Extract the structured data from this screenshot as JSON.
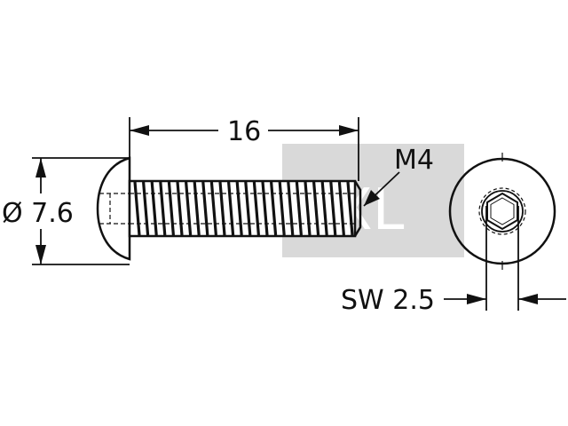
{
  "drawing": {
    "length_label": "16",
    "diameter_label": "Ø 7.6",
    "thread_label": "M4",
    "socket_label": "SW 2.5",
    "watermark_text": "XXL",
    "colors": {
      "line": "#111111",
      "watermark_bg": "#d9d9d9",
      "watermark_text": "#ffffff",
      "background": "#ffffff"
    }
  }
}
